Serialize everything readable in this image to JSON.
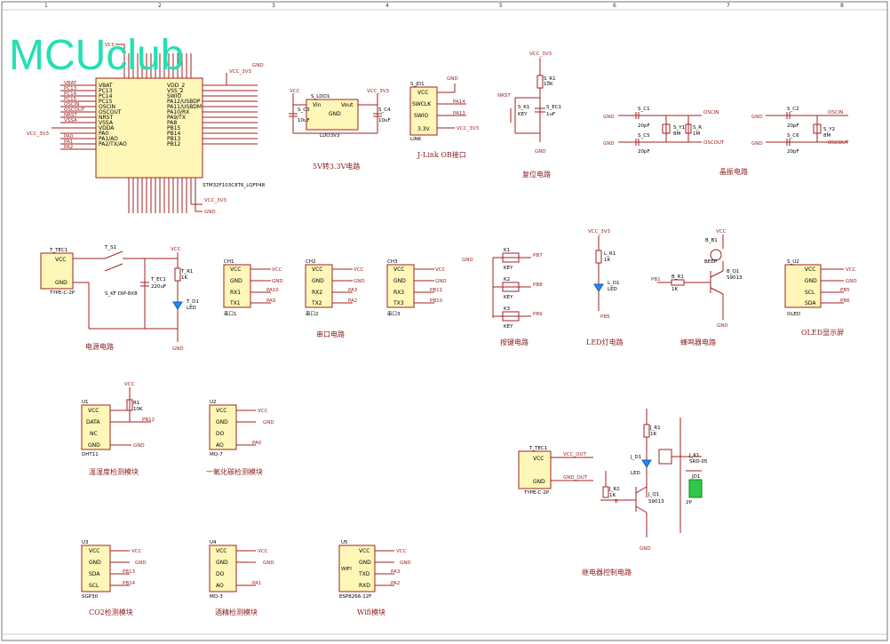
{
  "watermark": "MCUclub",
  "frame_numbers": [
    "1",
    "2",
    "3",
    "4",
    "5",
    "6",
    "7",
    "8"
  ],
  "mcu": {
    "ref": "STM32F103C8T6_LQFP48",
    "left_pins": [
      "VBAT",
      "PC13",
      "PC14",
      "PC15",
      "OSCIN",
      "OSCOUT",
      "NRST",
      "VSSA",
      "VDDA",
      "PA0",
      "PA1/AO",
      "PA2/TX/AO"
    ],
    "right_pins": [
      "VDD_2",
      "VSS_2",
      "SWIO",
      "PA12/USBDP",
      "PA11/USBDM",
      "PA10/RX",
      "PA9/TX",
      "PA8",
      "PB15",
      "PB14",
      "PB13",
      "PB12"
    ],
    "left_nets": [
      "VBAT",
      "PC13",
      "PC14",
      "PC15",
      "OSCIN",
      "OSCOUT",
      "NRST",
      "VSSA",
      "PA0",
      "PA1",
      "PA2"
    ]
  },
  "nets": {
    "vcc": "VCC",
    "gnd": "GND",
    "vcc33": "VCC_3V3",
    "vcc_out": "VCC_OUT",
    "gnd_out": "GND_OUT",
    "osci": "OSCIN",
    "osco": "OSCOUT",
    "nrst": "NRST"
  },
  "ldo": {
    "ref": "S_LDO1",
    "part": "LDO3V3",
    "vin": "Vin",
    "vout": "Vout",
    "gnd": "GND",
    "c3": "S_C3",
    "c4": "S_C4",
    "cval": "10uF",
    "caption": "5V转3.3V电路"
  },
  "jlink": {
    "ref": "S_JD1",
    "part": "LINK",
    "pins": [
      "VCC",
      "SWCLK",
      "SWIO",
      "3.3V"
    ],
    "nets": [
      "PA14",
      "PA13"
    ],
    "caption": "J-Link OB接口"
  },
  "reset": {
    "r": "S_R1",
    "rv": "10K",
    "k": "S_K1",
    "kv": "KEY",
    "c": "S_EC1",
    "cv": "1uF",
    "caption": "复位电路"
  },
  "crystal": {
    "c1": "S_C1",
    "c5": "S_C5",
    "cv": "20pF",
    "y1": "S_Y1",
    "y1v": "8M",
    "r": "S_R",
    "rv": "1M",
    "c2": "S_C2",
    "c6": "S_C6",
    "y2": "S_Y2",
    "y2v": "8M",
    "caption": "晶振电路"
  },
  "power": {
    "ref": "T_TEC1",
    "part": "TYPE-C-2P",
    "sw": "T_S1",
    "swv": "S_KF DIP-8X8",
    "ec": "T_EC1",
    "ecv": "220uF",
    "r": "T_R1",
    "rv": "1K",
    "d": "T_D1",
    "dv": "LED",
    "caption": "电源电路"
  },
  "serial": [
    {
      "ref": "CH1",
      "part": "串口1",
      "pins": [
        "VCC",
        "GND",
        "RX1",
        "TX1"
      ],
      "nets": [
        "PA10",
        "PA9"
      ]
    },
    {
      "ref": "CH2",
      "part": "串口2",
      "pins": [
        "VCC",
        "GND",
        "RX2",
        "TX2"
      ],
      "nets": [
        "PA3",
        "PA2"
      ]
    },
    {
      "ref": "CH3",
      "part": "串口3",
      "pins": [
        "VCC",
        "GND",
        "RX3",
        "TX3"
      ],
      "nets": [
        "PB11",
        "PB10"
      ]
    }
  ],
  "serial_caption": "串口电路",
  "keys": {
    "labels": [
      "K1",
      "K2",
      "K3"
    ],
    "kv": "KEY",
    "nets": [
      "PB7",
      "PB8",
      "PB9"
    ],
    "caption": "按键电路"
  },
  "led": {
    "r": "L_R1",
    "rv": "1K",
    "d": "L_D1",
    "dv": "LED",
    "net": "PB5",
    "caption": "LED灯电路"
  },
  "buzzer": {
    "b": "B_B1",
    "bv": "BEEP",
    "r": "B_R1",
    "rv": "1K",
    "q": "B_Q1",
    "qv": "S9013",
    "net": "PB1",
    "caption": "蜂鸣器电路"
  },
  "oled": {
    "ref": "S_U2",
    "part": "OLED",
    "pins": [
      "VCC",
      "GND",
      "SCL",
      "SDA"
    ],
    "nets": [
      "PB5",
      "PB6"
    ],
    "caption": "OLED显示屏"
  },
  "dht": {
    "ref": "U1",
    "part": "DHT11",
    "pins": [
      "VCC",
      "DATA",
      "NC",
      "GND"
    ],
    "r": "R1",
    "rv": "10K",
    "net": "PB12",
    "caption": "温湿度检测模块"
  },
  "mq7": {
    "ref": "U2",
    "part": "MQ-7",
    "pins": [
      "VCC",
      "GND",
      "DO",
      "AO"
    ],
    "net": "PA0",
    "caption": "一氧化碳检测模块"
  },
  "relay": {
    "tec": "T_TEC1",
    "tecv": "TYPE-C-2P",
    "r1": "J_R1",
    "r1v": "1K",
    "d1": "J_D1",
    "d1v": "LED",
    "q": "J_Q1",
    "qv": "S9013",
    "r2": "J_R2",
    "r2v": "1K",
    "k": "J_K1",
    "kv": "SRD-05",
    "jd": "JD1",
    "jdv": "2P",
    "b": "B",
    "caption": "继电器控制电路"
  },
  "sgp30": {
    "ref": "U3",
    "part": "SGP30",
    "pins": [
      "VCC",
      "GND",
      "SDA",
      "SCL"
    ],
    "nets": [
      "PB13",
      "PB14"
    ],
    "caption": "CO2检测模块"
  },
  "mq3": {
    "ref": "U4",
    "part": "MQ-3",
    "pins": [
      "VCC",
      "GND",
      "DO",
      "AO"
    ],
    "net": "PA1",
    "caption": "酒精检测模块"
  },
  "esp": {
    "ref": "U5",
    "part": "ESP8266-12F",
    "chip": "WIFI",
    "pins": [
      "VCC",
      "GND",
      "TXD",
      "RXD"
    ],
    "nets": [
      "PA3",
      "PA2"
    ],
    "caption": "Wifi模块"
  }
}
